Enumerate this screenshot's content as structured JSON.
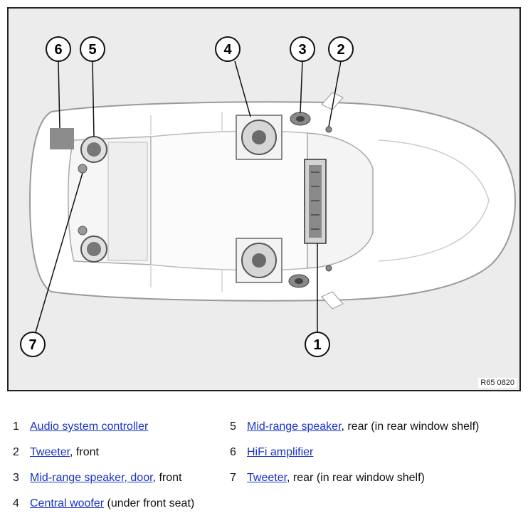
{
  "figure": {
    "code": "R65 0820",
    "callouts": [
      "1",
      "2",
      "3",
      "4",
      "5",
      "6",
      "7"
    ]
  },
  "legend": [
    {
      "num": "1",
      "link": "Audio system controller",
      "rest": ""
    },
    {
      "num": "2",
      "link": "Tweeter",
      "rest": ", front"
    },
    {
      "num": "3",
      "link": "Mid-range speaker, door",
      "rest": ", front"
    },
    {
      "num": "4",
      "link": "Central woofer",
      "rest": " (under front seat)"
    },
    {
      "num": "5",
      "link": "Mid-range speaker",
      "rest": ", rear (in rear window shelf)"
    },
    {
      "num": "6",
      "link": "HiFi amplifier",
      "rest": ""
    },
    {
      "num": "7",
      "link": "Tweeter",
      "rest": ", rear (in rear window shelf)"
    }
  ],
  "colors": {
    "link": "#1a33c8",
    "panel": "#ececec"
  }
}
